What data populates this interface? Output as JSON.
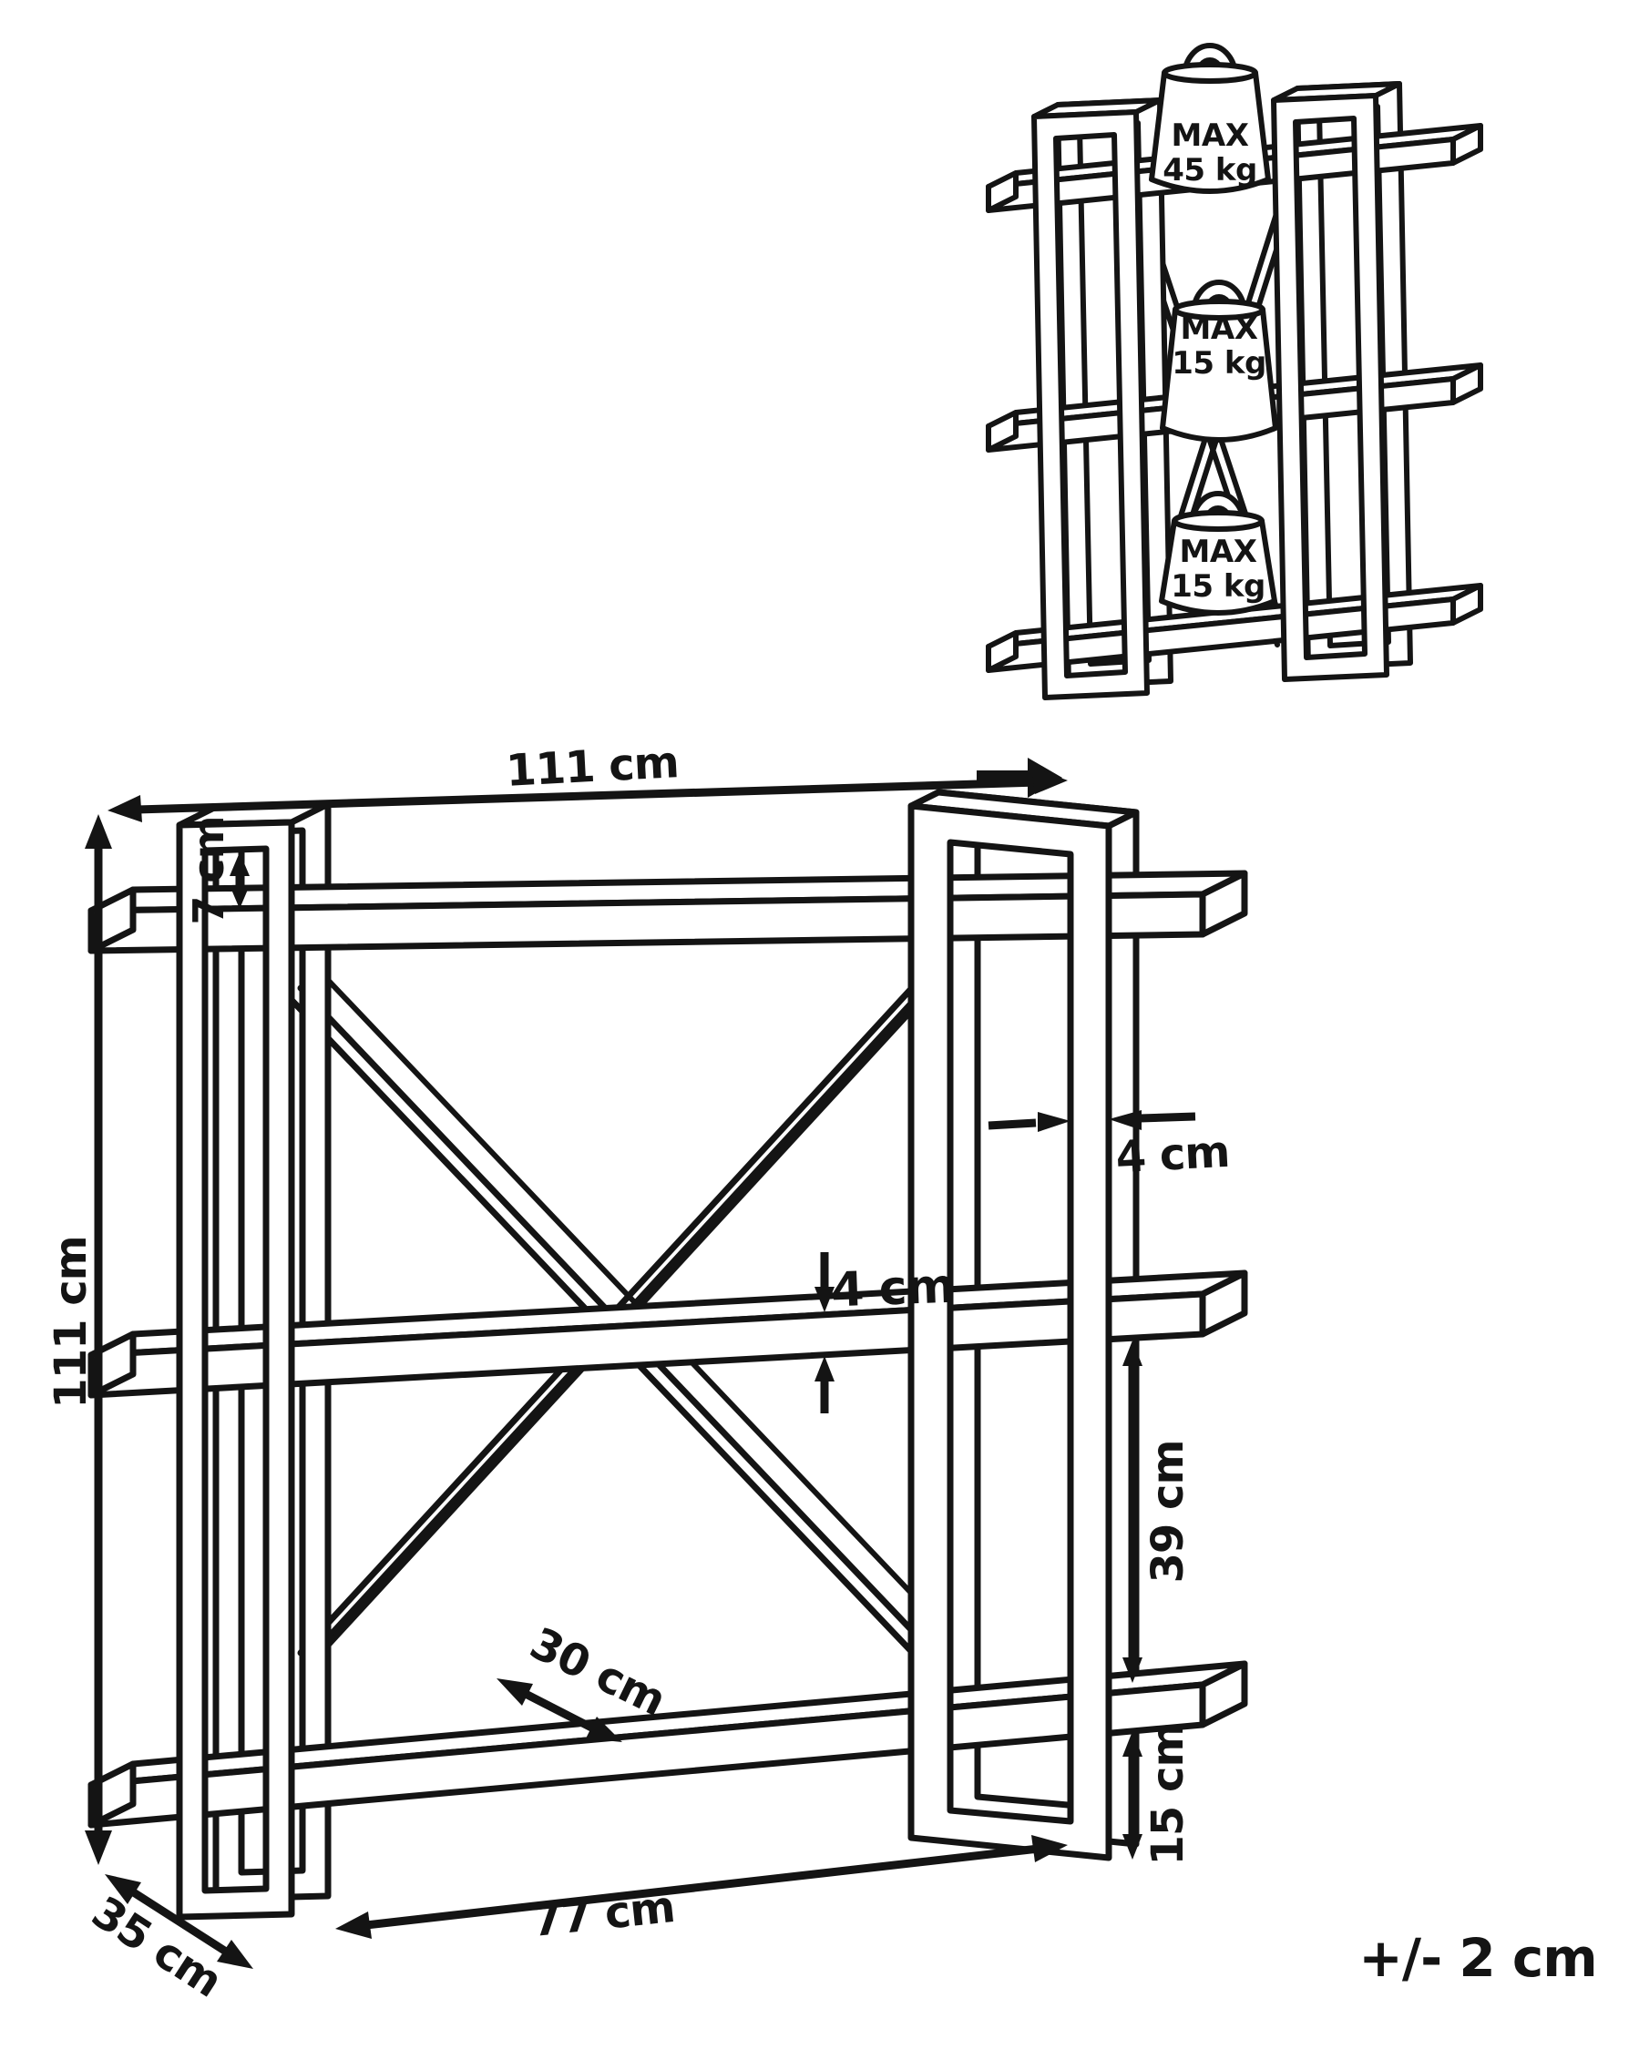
{
  "page": {
    "background": "#ffffff",
    "line_color": "#141414"
  },
  "load_diagram": {
    "weights": [
      {
        "line1": "MAX",
        "line2": "45 kg"
      },
      {
        "line1": "MAX",
        "line2": "15 kg"
      },
      {
        "line1": "MAX",
        "line2": "15 kg"
      }
    ]
  },
  "dimension_diagram": {
    "labels": {
      "overall_width": "111 cm",
      "overall_height": "111 cm",
      "top_overhang": "7 cm",
      "frame_profile_width": "4 cm",
      "shelf_thickness": "4 cm",
      "shelf_gap_middle": "39 cm",
      "bottom_clearance": "15 cm",
      "shelf_depth_inner": "30 cm",
      "overall_depth": "35 cm",
      "inner_width": "77 cm"
    }
  },
  "tolerance": "+/- 2 cm"
}
